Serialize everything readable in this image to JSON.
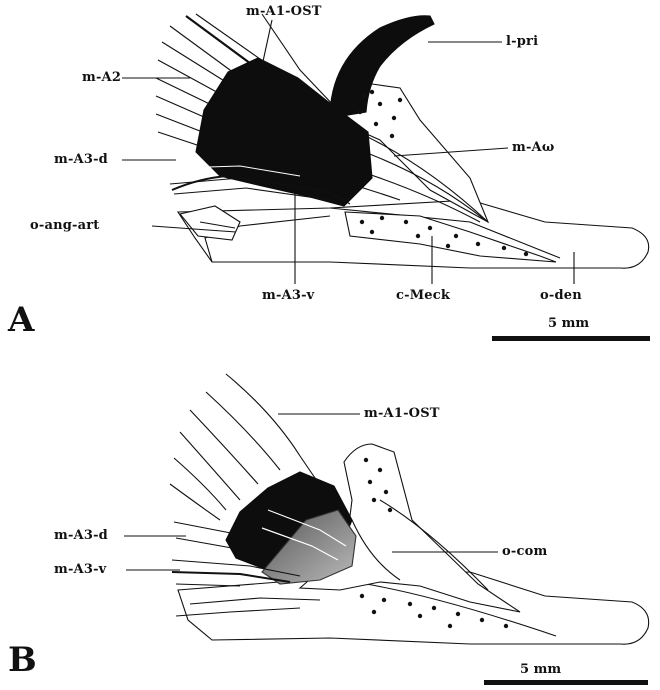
{
  "panels": {
    "a": {
      "letter": "A",
      "scale": "5 mm",
      "labels": {
        "m_A1_OST": "m-A1-OST",
        "l_pri": "l-pri",
        "m_A2": "m-A2",
        "m_A_omega": "m-Aω",
        "m_A3_d": "m-A3-d",
        "o_ang_art": "o-ang-art",
        "m_A3_v": "m-A3-v",
        "c_Meck": "c-Meck",
        "o_den": "o-den"
      }
    },
    "b": {
      "letter": "B",
      "scale": "5 mm",
      "labels": {
        "m_A1_OST": "m-A1-OST",
        "m_A3_d": "m-A3-d",
        "m_A3_v": "m-A3-v",
        "o_com": "o-com"
      }
    }
  },
  "colors": {
    "ink": "#111111",
    "muscle": "#0d0d0d",
    "bone": "#ffffff"
  }
}
